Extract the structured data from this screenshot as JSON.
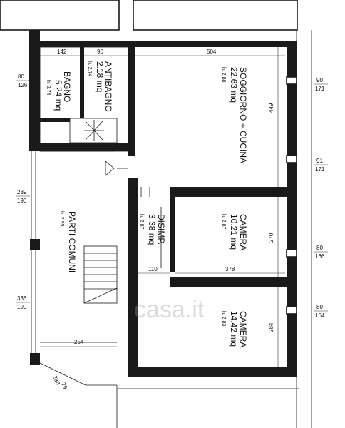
{
  "rooms": {
    "bagno": {
      "name": "BAGNO",
      "area": "5.24 mq",
      "height": "h: 2.74"
    },
    "antibagno": {
      "name": "ANTIBAGNO",
      "area": "2.18 mq",
      "height": "h: 2.74"
    },
    "soggiorno": {
      "name": "SOGGIORNO + CUCINA",
      "area": "22.63 mq",
      "height": "h: 2.88"
    },
    "parti_comuni": {
      "name": "PARTI COMUNI",
      "height": "h: 2.95"
    },
    "disimpegno": {
      "name": "DISIMP.",
      "area": "3.38 mq",
      "height": "h: 2.87"
    },
    "camera1": {
      "name": "CAMERA",
      "area": "10.21 mq",
      "height": "h: 2.87"
    },
    "camera2": {
      "name": "CAMERA",
      "area": "14.42 mq",
      "height": "h: 2.83"
    }
  },
  "dimensions": {
    "d142": "142",
    "d90top": "90",
    "d504": "504",
    "d449": "449",
    "d270": "270",
    "d284": "284",
    "d110": "110",
    "d378": "378",
    "d254": "254",
    "win_bagno": [
      "80",
      "126"
    ],
    "win_r1": [
      "90",
      "171"
    ],
    "win_r2": [
      "91",
      "171"
    ],
    "win_r3": [
      "80",
      "166"
    ],
    "win_r4": [
      "80",
      "164"
    ],
    "win_l1": [
      "289",
      "190"
    ],
    "win_l2": [
      "336",
      "190"
    ],
    "win_bottom": [
      "79",
      "238"
    ]
  },
  "watermark": {
    "text": "casa.it"
  }
}
